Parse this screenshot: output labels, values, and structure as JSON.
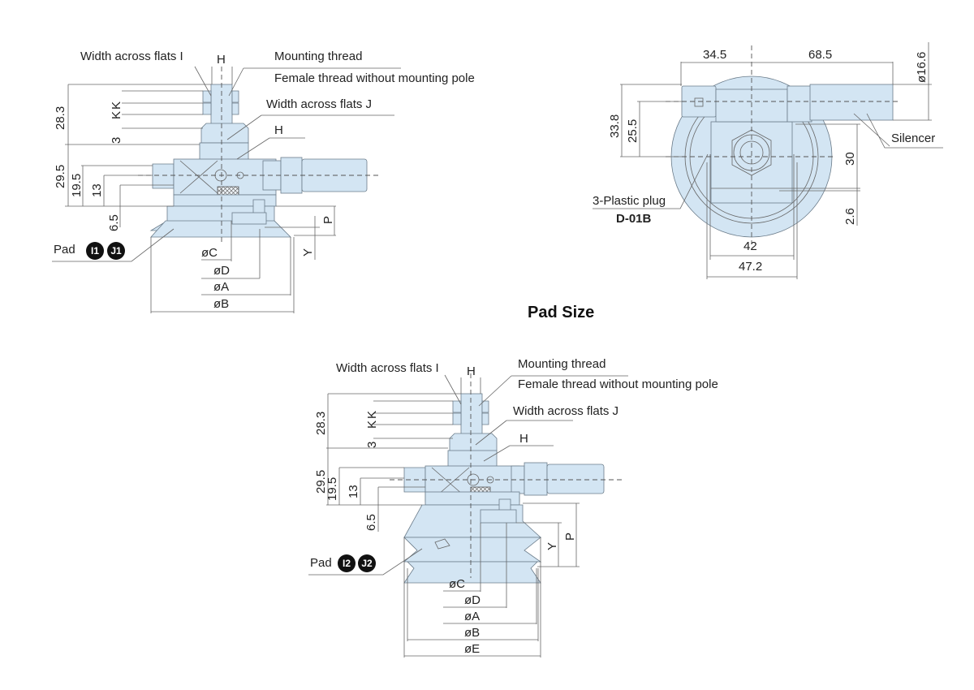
{
  "section_title": "Pad Size",
  "colors": {
    "body": "#d3e5f3",
    "line": "#666666",
    "text": "#222222"
  },
  "view_top_left": {
    "labels": {
      "width_across_flats_i": "Width across flats I",
      "mounting_thread": "Mounting thread",
      "female_thread": "Female thread without mounting pole",
      "width_across_flats_j": "Width across flats J",
      "h_top": "H",
      "h_side": "H",
      "pad": "Pad",
      "pad_badges": [
        "I1",
        "J1"
      ]
    },
    "dimensions": {
      "d28_3": "28.3",
      "k1": "K",
      "k2": "K",
      "d3": "3",
      "d29_5": "29.5",
      "d19_5": "19.5",
      "d13": "13",
      "d6_5": "6.5",
      "p": "P",
      "y": "Y",
      "oc": "øC",
      "od": "øD",
      "oa": "øA",
      "ob": "øB"
    }
  },
  "view_top_right": {
    "labels": {
      "silencer": "Silencer",
      "plastic_plug": "3-Plastic plug",
      "plug_code": "D-01B"
    },
    "dimensions": {
      "d34_5": "34.5",
      "d68_5": "68.5",
      "d16_6": "ø16.6",
      "d33_8": "33.8",
      "d25_5": "25.5",
      "d30": "30",
      "d2_6": "2.6",
      "d42": "42",
      "d47_2": "47.2"
    }
  },
  "view_bottom": {
    "labels": {
      "width_across_flats_i": "Width across flats I",
      "mounting_thread": "Mounting thread",
      "female_thread": "Female thread without mounting pole",
      "width_across_flats_j": "Width across flats J",
      "h_top": "H",
      "h_side": "H",
      "pad": "Pad",
      "pad_badges": [
        "I2",
        "J2"
      ]
    },
    "dimensions": {
      "d28_3": "28.3",
      "k1": "K",
      "k2": "K",
      "d3": "3",
      "d29_5": "29.5",
      "d19_5": "19.5",
      "d13": "13",
      "d6_5": "6.5",
      "p": "P",
      "y": "Y",
      "oc": "øC",
      "od": "øD",
      "oa": "øA",
      "ob": "øB",
      "oe": "øE"
    }
  }
}
